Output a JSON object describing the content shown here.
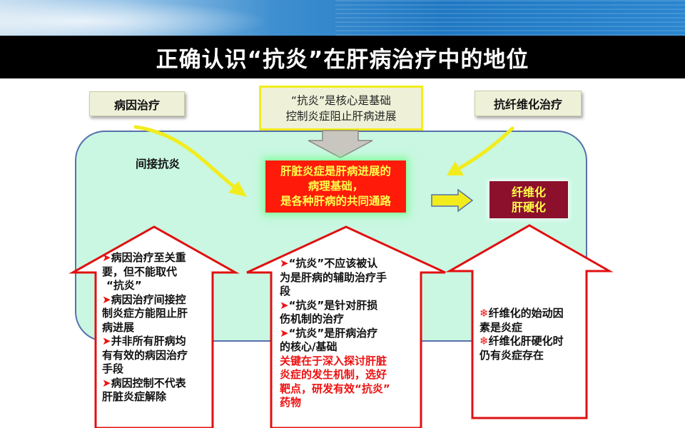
{
  "slide": {
    "title": "正确认识“抗炎”在肝病治疗中的地位"
  },
  "top_labels": {
    "etiology": "病因治疗",
    "callout_line1": "“抗炎”是核心是基础",
    "callout_line2": "控制炎症阻止肝病进展",
    "antifibrosis": "抗纤维化治疗"
  },
  "center": {
    "indirect_label": "间接抗炎",
    "core_line1": "肝脏炎症是肝病进展的",
    "core_line2": "病理基础，",
    "core_line3": "是各种肝病的共同通路",
    "outcome_line1": "纤维化",
    "outcome_line2": "肝硬化"
  },
  "left_arrow": {
    "lines": [
      "病因治疗至关重",
      "要，但不能取代",
      "“抗炎”",
      "病因治疗间接控",
      "制炎症方能阻止肝",
      "病进展",
      "并非所有肝病均",
      "有有效的病因治疗",
      "手段",
      "病因控制不代表",
      "肝脏炎症解除"
    ]
  },
  "middle_arrow": {
    "lines": [
      "“抗炎”不应该被认",
      "为是肝病的辅助治疗手",
      "段",
      "“抗炎”是针对肝损",
      "伤机制的治疗",
      "“抗炎”是肝病治疗",
      "的核心/基础"
    ],
    "highlight_lines": [
      "关键在于深入探讨肝脏",
      "炎症的发生机制，选好",
      "靶点，研发有效“抗炎”",
      "药物"
    ]
  },
  "right_arrow": {
    "lines": [
      "纤维化的始动因",
      "素是炎症",
      "纤维化肝硬化时",
      "仍有炎症存在"
    ]
  },
  "colors": {
    "panel": "#c9f7e2",
    "panel_border": "#5870ab",
    "core_box": "#ff1a0a",
    "core_text": "#ffff4a",
    "outcome_box": "#8c0f2c",
    "arrow_border": "#e01010",
    "curved_arrow": "#f2ec1c",
    "title_bar": "#000000"
  },
  "icons": {
    "bullet": "triangle-right-icon",
    "snowflake": "snowflake-icon"
  }
}
